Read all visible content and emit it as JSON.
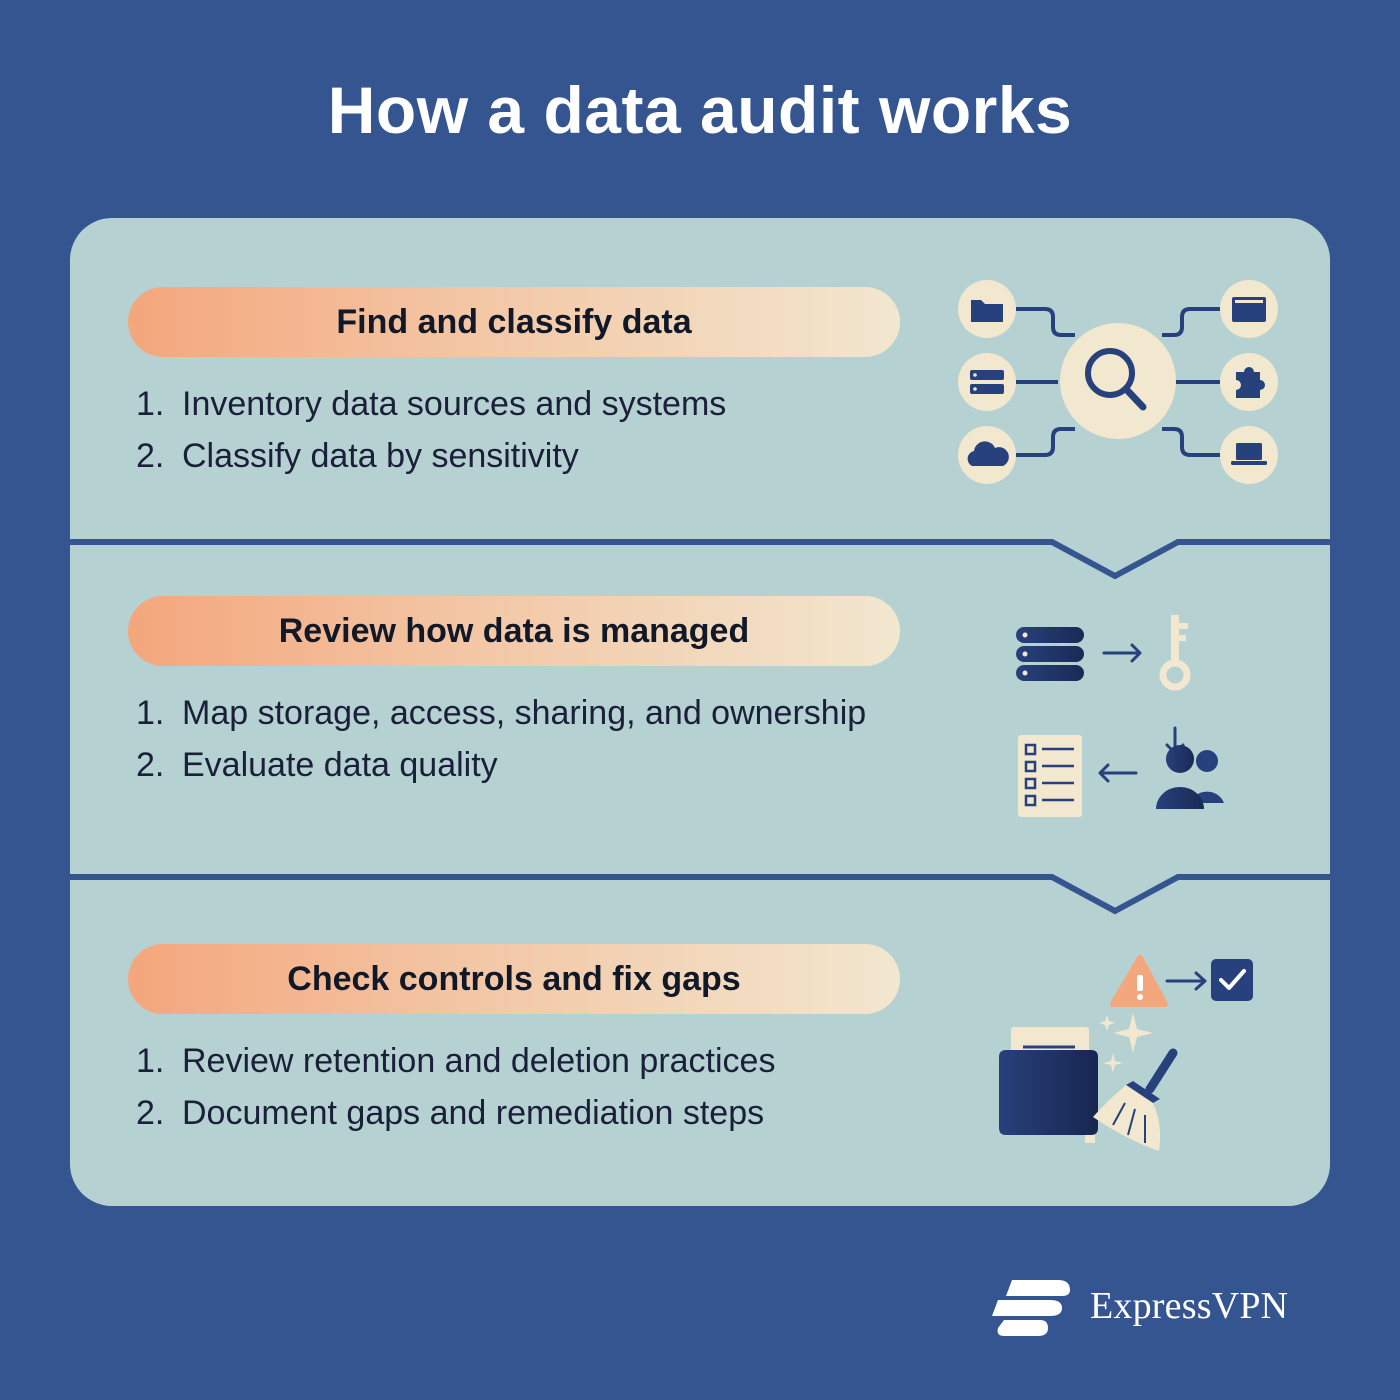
{
  "title": "How a data audit works",
  "sections": [
    {
      "heading": "Find and classify data",
      "steps": [
        {
          "num": "1.",
          "text": "Inventory data sources and systems"
        },
        {
          "num": "2.",
          "text": "Classify data by sensitivity"
        }
      ],
      "icons": [
        "folder-icon",
        "server-icon",
        "cloud-icon",
        "magnifier-icon",
        "browser-window-icon",
        "puzzle-icon",
        "laptop-icon"
      ]
    },
    {
      "heading": "Review how data is managed",
      "steps": [
        {
          "num": "1.",
          "text": "Map storage, access, sharing, and ownership"
        },
        {
          "num": "2.",
          "text": "Evaluate data quality"
        }
      ],
      "icons": [
        "database-icon",
        "key-icon",
        "users-icon",
        "checklist-icon"
      ]
    },
    {
      "heading": "Check controls and fix gaps",
      "steps": [
        {
          "num": "1.",
          "text": "Review retention and deletion practices"
        },
        {
          "num": "2.",
          "text": "Document gaps and remediation steps"
        }
      ],
      "icons": [
        "warning-icon",
        "checkbox-icon",
        "folder-icon",
        "sparkle-icon",
        "broom-icon"
      ]
    }
  ],
  "brand": {
    "name": "ExpressVPN"
  },
  "colors": {
    "background": "#355591",
    "card": "#b6d1d2",
    "navy": "#27417c",
    "cream": "#f2e7cf",
    "peach": "#f4a67c"
  }
}
